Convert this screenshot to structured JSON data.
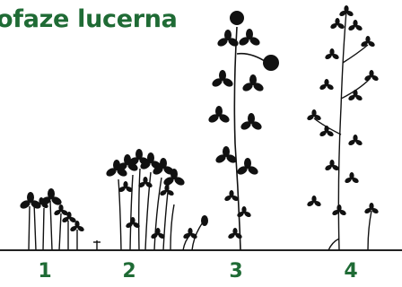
{
  "title": "ofaze lucerna",
  "stages": [
    {
      "label": "1"
    },
    {
      "label": "2"
    },
    {
      "label": "3"
    },
    {
      "label": "4"
    }
  ],
  "colors": {
    "title": "#1f6b35",
    "label": "#1f6b35",
    "plant": "#111111",
    "ground": "#222222"
  },
  "icons": {
    "stage_1": "seedling-plant-icon",
    "stage_2": "young-clover-plant-icon",
    "stage_3": "flowering-alfalfa-plant-icon",
    "stage_4": "mature-alfalfa-plant-icon"
  }
}
